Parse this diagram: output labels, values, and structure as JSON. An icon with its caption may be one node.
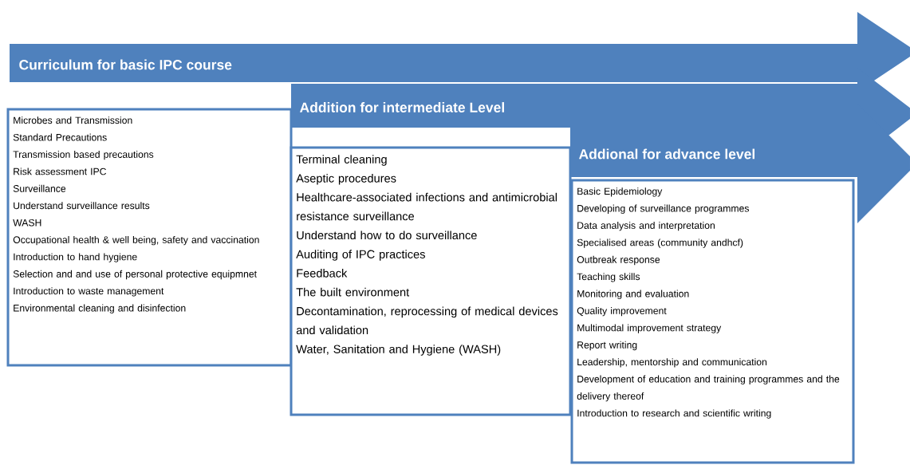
{
  "diagram": {
    "nodes": [
      {
        "text": [
          "Curriculum for basic IPC course"
        ]
      },
      {
        "text": [
          "Microbes and Transmission",
          "Standard Precautions",
          "Transmission based precautions",
          "Risk assessment IPC",
          "Surveillance",
          "Understand surveillance results",
          "WASH",
          "Occupational health & well being, safety and vaccination",
          "Introduction to hand hygiene",
          "Selection and  and use of personal protective equipmnet",
          "Introduction to waste management",
          "Environmental cleaning and disinfection"
        ]
      },
      {
        "text": [
          "Addition for intermediate Level"
        ]
      },
      {
        "text": [
          "Terminal cleaning",
          "Aseptic procedures",
          "Healthcare-associated infections and antimicrobial resistance surveillance",
          "Understand how to do surveillance",
          "Auditing of IPC practices",
          "Feedback",
          "The built environment",
          "Decontamination, reprocessing of medical devices and validation",
          "Water, Sanitation and Hygiene (WASH)"
        ]
      },
      {
        "text": [
          "Addional for advance level"
        ]
      },
      {
        "text": [
          "Basic Epidemiology",
          "Developing of surveillance programmes",
          "Data analysis and interpretation",
          "Specialised areas (community andhcf)",
          "Outbreak response",
          "Teaching skills",
          "Monitoring and evaluation",
          "Quality improvement",
          "Multimodal improvement strategy",
          "Report writing",
          "Leadership, mentorship and communication",
          "Development of education and training programmes and the delivery thereof",
          "Introduction to research and scientific writing"
        ]
      }
    ]
  }
}
